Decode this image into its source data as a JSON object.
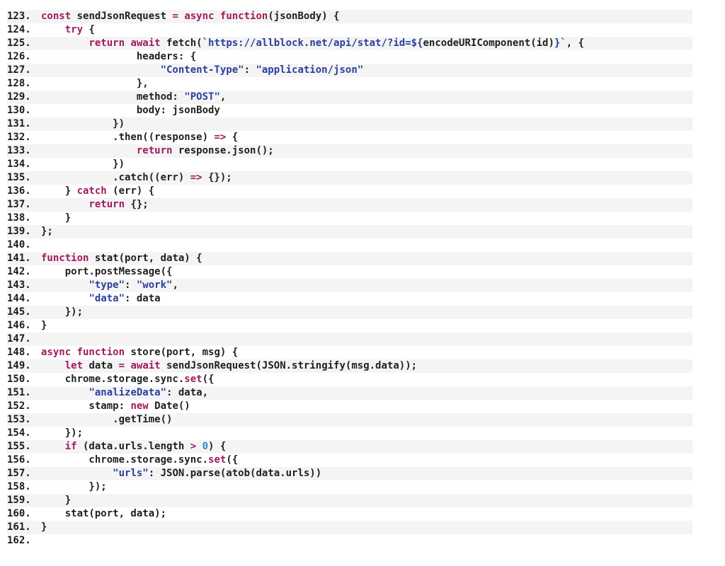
{
  "code_viewer": {
    "colors": {
      "keyword": "#a01a5e",
      "string": "#2c3f9c",
      "number": "#2e8bc8",
      "plain": "#1f1f1f",
      "stripe": "#f4f4f4"
    },
    "lines": [
      {
        "num": "123.",
        "tokens": [
          {
            "t": "kw",
            "v": "const"
          },
          {
            "t": "plain",
            "v": " sendJsonRequest "
          },
          {
            "t": "op",
            "v": "="
          },
          {
            "t": "plain",
            "v": " "
          },
          {
            "t": "kw",
            "v": "async function"
          },
          {
            "t": "plain",
            "v": "(jsonBody) {"
          }
        ]
      },
      {
        "num": "124.",
        "tokens": [
          {
            "t": "plain",
            "v": "    "
          },
          {
            "t": "kw",
            "v": "try"
          },
          {
            "t": "plain",
            "v": " {"
          }
        ]
      },
      {
        "num": "125.",
        "tokens": [
          {
            "t": "plain",
            "v": "        "
          },
          {
            "t": "kw",
            "v": "return await"
          },
          {
            "t": "plain",
            "v": " fetch("
          },
          {
            "t": "str",
            "v": "`https://allblock.net/api/stat/?id=${"
          },
          {
            "t": "plain",
            "v": "encodeURIComponent(id)"
          },
          {
            "t": "str",
            "v": "}`"
          },
          {
            "t": "plain",
            "v": ", {"
          }
        ]
      },
      {
        "num": "126.",
        "tokens": [
          {
            "t": "plain",
            "v": "                headers: {"
          }
        ]
      },
      {
        "num": "127.",
        "tokens": [
          {
            "t": "plain",
            "v": "                    "
          },
          {
            "t": "str",
            "v": "\"Content-Type\""
          },
          {
            "t": "plain",
            "v": ": "
          },
          {
            "t": "str",
            "v": "\"application/json\""
          }
        ]
      },
      {
        "num": "128.",
        "tokens": [
          {
            "t": "plain",
            "v": "                },"
          }
        ]
      },
      {
        "num": "129.",
        "tokens": [
          {
            "t": "plain",
            "v": "                method: "
          },
          {
            "t": "str",
            "v": "\"POST\""
          },
          {
            "t": "plain",
            "v": ","
          }
        ]
      },
      {
        "num": "130.",
        "tokens": [
          {
            "t": "plain",
            "v": "                body: jsonBody"
          }
        ]
      },
      {
        "num": "131.",
        "tokens": [
          {
            "t": "plain",
            "v": "            })"
          }
        ]
      },
      {
        "num": "132.",
        "tokens": [
          {
            "t": "plain",
            "v": "            .then((response) "
          },
          {
            "t": "op",
            "v": "=>"
          },
          {
            "t": "plain",
            "v": " {"
          }
        ]
      },
      {
        "num": "133.",
        "tokens": [
          {
            "t": "plain",
            "v": "                "
          },
          {
            "t": "kw",
            "v": "return"
          },
          {
            "t": "plain",
            "v": " response.json();"
          }
        ]
      },
      {
        "num": "134.",
        "tokens": [
          {
            "t": "plain",
            "v": "            })"
          }
        ]
      },
      {
        "num": "135.",
        "tokens": [
          {
            "t": "plain",
            "v": "            .catch((err) "
          },
          {
            "t": "op",
            "v": "=>"
          },
          {
            "t": "plain",
            "v": " {});"
          }
        ]
      },
      {
        "num": "136.",
        "tokens": [
          {
            "t": "plain",
            "v": "    } "
          },
          {
            "t": "kw",
            "v": "catch"
          },
          {
            "t": "plain",
            "v": " (err) {"
          }
        ]
      },
      {
        "num": "137.",
        "tokens": [
          {
            "t": "plain",
            "v": "        "
          },
          {
            "t": "kw",
            "v": "return"
          },
          {
            "t": "plain",
            "v": " {};"
          }
        ]
      },
      {
        "num": "138.",
        "tokens": [
          {
            "t": "plain",
            "v": "    }"
          }
        ]
      },
      {
        "num": "139.",
        "tokens": [
          {
            "t": "plain",
            "v": "};"
          }
        ]
      },
      {
        "num": "140.",
        "tokens": []
      },
      {
        "num": "141.",
        "tokens": [
          {
            "t": "kw",
            "v": "function"
          },
          {
            "t": "plain",
            "v": " stat(port, data) {"
          }
        ]
      },
      {
        "num": "142.",
        "tokens": [
          {
            "t": "plain",
            "v": "    port.postMessage({"
          }
        ]
      },
      {
        "num": "143.",
        "tokens": [
          {
            "t": "plain",
            "v": "        "
          },
          {
            "t": "str",
            "v": "\"type\""
          },
          {
            "t": "plain",
            "v": ": "
          },
          {
            "t": "str",
            "v": "\"work\""
          },
          {
            "t": "plain",
            "v": ","
          }
        ]
      },
      {
        "num": "144.",
        "tokens": [
          {
            "t": "plain",
            "v": "        "
          },
          {
            "t": "str",
            "v": "\"data\""
          },
          {
            "t": "plain",
            "v": ": data"
          }
        ]
      },
      {
        "num": "145.",
        "tokens": [
          {
            "t": "plain",
            "v": "    });"
          }
        ]
      },
      {
        "num": "146.",
        "tokens": [
          {
            "t": "plain",
            "v": "}"
          }
        ]
      },
      {
        "num": "147.",
        "tokens": []
      },
      {
        "num": "148.",
        "tokens": [
          {
            "t": "kw",
            "v": "async function"
          },
          {
            "t": "plain",
            "v": " store(port, msg) {"
          }
        ]
      },
      {
        "num": "149.",
        "tokens": [
          {
            "t": "plain",
            "v": "    "
          },
          {
            "t": "kw",
            "v": "let"
          },
          {
            "t": "plain",
            "v": " data "
          },
          {
            "t": "op",
            "v": "="
          },
          {
            "t": "plain",
            "v": " "
          },
          {
            "t": "kw",
            "v": "await"
          },
          {
            "t": "plain",
            "v": " sendJsonRequest(JSON.stringify(msg.data));"
          }
        ]
      },
      {
        "num": "150.",
        "tokens": [
          {
            "t": "plain",
            "v": "    chrome.storage.sync."
          },
          {
            "t": "kw",
            "v": "set"
          },
          {
            "t": "plain",
            "v": "({"
          }
        ]
      },
      {
        "num": "151.",
        "tokens": [
          {
            "t": "plain",
            "v": "        "
          },
          {
            "t": "str",
            "v": "\"analizeData\""
          },
          {
            "t": "plain",
            "v": ": data,"
          }
        ]
      },
      {
        "num": "152.",
        "tokens": [
          {
            "t": "plain",
            "v": "        stamp: "
          },
          {
            "t": "kw",
            "v": "new"
          },
          {
            "t": "plain",
            "v": " Date()"
          }
        ]
      },
      {
        "num": "153.",
        "tokens": [
          {
            "t": "plain",
            "v": "            .getTime()"
          }
        ]
      },
      {
        "num": "154.",
        "tokens": [
          {
            "t": "plain",
            "v": "    });"
          }
        ]
      },
      {
        "num": "155.",
        "tokens": [
          {
            "t": "plain",
            "v": "    "
          },
          {
            "t": "kw",
            "v": "if"
          },
          {
            "t": "plain",
            "v": " (data.urls.length "
          },
          {
            "t": "op",
            "v": ">"
          },
          {
            "t": "plain",
            "v": " "
          },
          {
            "t": "num",
            "v": "0"
          },
          {
            "t": "plain",
            "v": ") {"
          }
        ]
      },
      {
        "num": "156.",
        "tokens": [
          {
            "t": "plain",
            "v": "        chrome.storage.sync."
          },
          {
            "t": "kw",
            "v": "set"
          },
          {
            "t": "plain",
            "v": "({"
          }
        ]
      },
      {
        "num": "157.",
        "tokens": [
          {
            "t": "plain",
            "v": "            "
          },
          {
            "t": "str",
            "v": "\"urls\""
          },
          {
            "t": "plain",
            "v": ": JSON.parse(atob(data.urls))"
          }
        ]
      },
      {
        "num": "158.",
        "tokens": [
          {
            "t": "plain",
            "v": "        });"
          }
        ]
      },
      {
        "num": "159.",
        "tokens": [
          {
            "t": "plain",
            "v": "    }"
          }
        ]
      },
      {
        "num": "160.",
        "tokens": [
          {
            "t": "plain",
            "v": "    stat(port, data);"
          }
        ]
      },
      {
        "num": "161.",
        "tokens": [
          {
            "t": "plain",
            "v": "}"
          }
        ]
      },
      {
        "num": "162.",
        "tokens": []
      }
    ]
  }
}
